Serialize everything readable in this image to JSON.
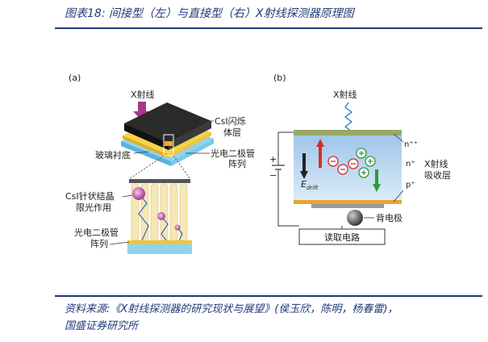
{
  "figure": {
    "title": "图表18:  间接型（左）与直接型（右）X射线探测器原理图",
    "source_line1": "资料来源:《X射线探测器的研究现状与展望》(侯玉欣，陈明，杨春雷)，",
    "source_line2": "国盛证券研究所"
  },
  "left_panel": {
    "label": "(a)",
    "xray": "X射线",
    "scintillator": "CsI闪烁",
    "scintillator_2": "体层",
    "glass": "玻璃衬底",
    "photodiode": "光电二极管",
    "photodiode_2": "阵列",
    "needle": "CsI针状结晶",
    "needle_2": "限光作用",
    "photodiode_b": "光电二极管",
    "photodiode_b_2": "阵列"
  },
  "right_panel": {
    "label": "(b)",
    "xray": "X射线",
    "plus": "+",
    "minus": "−",
    "n_pp": "n⁺⁺",
    "n": "n⁺",
    "p": "p⁺",
    "e_drift": "E",
    "e_drift_sub": "drift",
    "absorb": "X射线",
    "absorb_2": "吸收层",
    "back_electrode": "背电极",
    "readout": "读取电路"
  }
}
